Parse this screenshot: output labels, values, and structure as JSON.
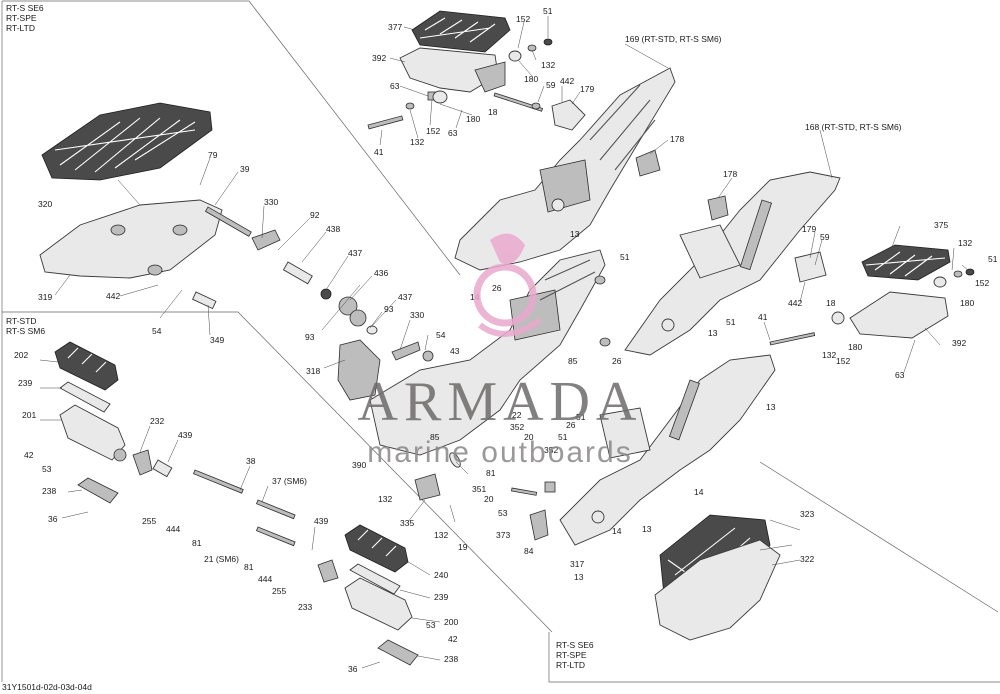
{
  "watermark": {
    "title": "ARMADA",
    "subtitle": "marine outboards",
    "accent": "#e9a9cc"
  },
  "zones": {
    "top_left": [
      "RT-S SE6",
      "RT-SPE",
      "RT-LTD"
    ],
    "mid_left": [
      "RT-STD",
      "RT-S SM6"
    ],
    "bottom_right": [
      "RT-S SE6",
      "RT-SPE",
      "RT-LTD"
    ]
  },
  "footer_code": "31Y1501d-02d-03d-04d",
  "callouts": {
    "c377": "377",
    "c392a": "392",
    "c63a": "63",
    "c41a": "41",
    "c132a": "132",
    "c152a": "152",
    "c180a": "180",
    "c63b": "63",
    "c152b": "152",
    "c51a": "51",
    "c132b": "132",
    "c180b": "180",
    "c59a": "59",
    "c442a": "442",
    "c179a": "179",
    "c18a": "18",
    "c169": "169 (RT-STD, RT-S SM6)",
    "c178a": "178",
    "c168": "168 (RT-STD, RT-S SM6)",
    "c178b": "178",
    "c320": "320",
    "c79": "79",
    "c39": "39",
    "c319": "319",
    "c442b": "442",
    "c54a": "54",
    "c349": "349",
    "c330a": "330",
    "c92": "92",
    "c438": "438",
    "c437a": "437",
    "c436": "436",
    "c93a": "93",
    "c437b": "437",
    "c93b": "93",
    "c330b": "330",
    "c54b": "54",
    "c43": "43",
    "c318": "318",
    "c13a": "13",
    "c14a": "14",
    "c26a": "26",
    "c51b": "51",
    "c85a": "85",
    "c375": "375",
    "c132c": "132",
    "c51c": "51",
    "c179b": "179",
    "c59b": "59",
    "c152c": "152",
    "c180c": "180",
    "c18b": "18",
    "c442c": "442",
    "c41b": "41",
    "c132d": "132",
    "c180d": "180",
    "c152d": "152",
    "c392b": "392",
    "c63c": "63",
    "c51d": "51",
    "c26b": "26",
    "c13b": "13",
    "c13c": "13",
    "c202": "202",
    "c239a": "239",
    "c201": "201",
    "c42a": "42",
    "c53a": "53",
    "c232": "232",
    "c439a": "439",
    "c238a": "238",
    "c36a": "36",
    "c255a": "255",
    "c444a": "444",
    "c81a": "81",
    "c38": "38",
    "c37": "37 (SM6)",
    "c21": "21 (SM6)",
    "c81b": "81",
    "c444b": "444",
    "c255b": "255",
    "c439b": "439",
    "c233": "233",
    "c240": "240",
    "c239b": "239",
    "c200": "200",
    "c53b": "53",
    "c42b": "42",
    "c238b": "238",
    "c36b": "36",
    "c390": "390",
    "c22": "22",
    "c352a": "352",
    "c20a": "20",
    "c85b": "85",
    "c51e": "51",
    "c352b": "352",
    "c81c": "81",
    "c20b": "20",
    "c351": "351",
    "c132e": "132",
    "c335": "335",
    "c132f": "132",
    "c19": "19",
    "c53c": "53",
    "c373": "373",
    "c84": "84",
    "c317": "317",
    "c14b": "14",
    "c13d": "13",
    "c14c": "14",
    "c13e": "13",
    "c26c": "26",
    "c51f": "51",
    "c323": "323",
    "c322": "322"
  }
}
